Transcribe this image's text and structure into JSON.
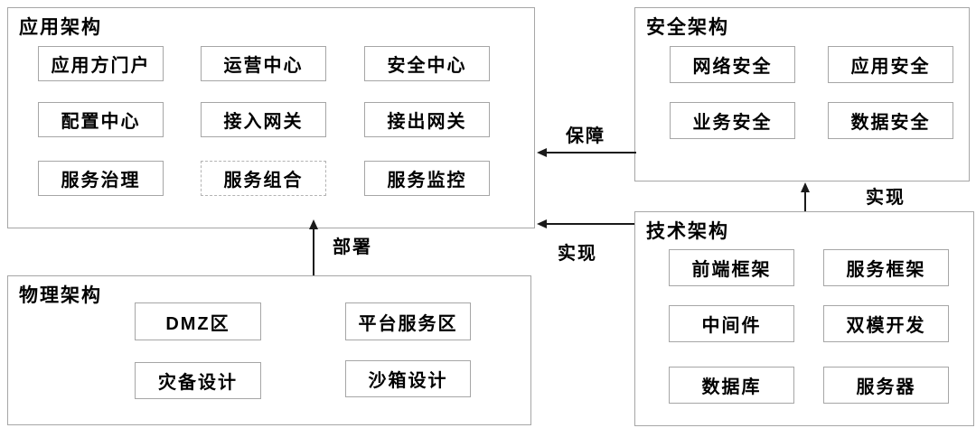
{
  "app_arch": {
    "title": "应用架构",
    "cells": [
      "应用方门户",
      "运营中心",
      "安全中心",
      "配置中心",
      "接入网关",
      "接出网关",
      "服务治理",
      "服务组合",
      "服务监控"
    ]
  },
  "security_arch": {
    "title": "安全架构",
    "cells": [
      "网络安全",
      "应用安全",
      "业务安全",
      "数据安全"
    ]
  },
  "tech_arch": {
    "title": "技术架构",
    "cells": [
      "前端框架",
      "服务框架",
      "中间件",
      "双模开发",
      "数据库",
      "服务器"
    ]
  },
  "physical_arch": {
    "title": "物理架构",
    "cells": [
      "DMZ区",
      "平台服务区",
      "灾备设计",
      "沙箱设计"
    ]
  },
  "arrows": {
    "guarantee": "保障",
    "deploy": "部署",
    "realize_security": "实现",
    "realize_app": "实现"
  },
  "colors": {
    "border": "#a6a6a6",
    "arrow": "#1a1a1a",
    "text": "#000000",
    "background": "#ffffff"
  }
}
